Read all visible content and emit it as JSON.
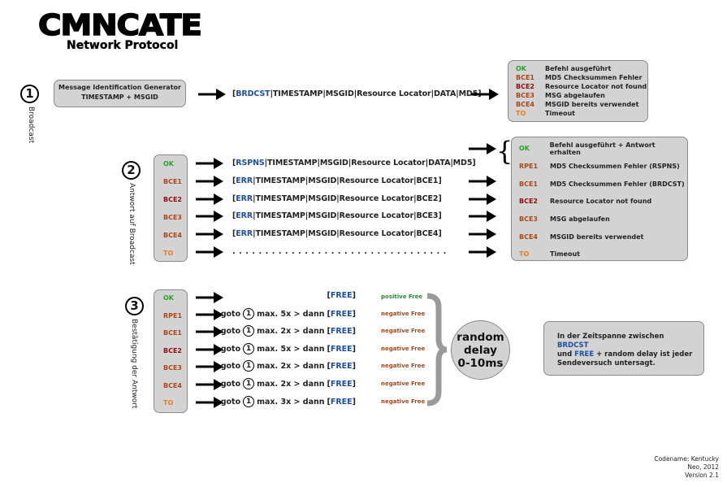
{
  "header": {
    "title": "CMNCATE",
    "subtitle": "Network Protocol"
  },
  "colors": {
    "blue": "#1f4fa0",
    "green": "#2aa12a",
    "brown": "#a8481a",
    "red": "#8b0e0e",
    "orange": "#ee7a10",
    "box_fill": "#d3d3d3",
    "box_border": "#8a8a8a",
    "brace": "#9a9a9a"
  },
  "section1": {
    "number": "1",
    "label": "Broadcast",
    "generator_line1": "Message Identification Generator",
    "generator_line2": "TIMESTAMP + MSGID",
    "message": {
      "prefix": "BRDCST",
      "rest": "|TIMESTAMP|MSGID|Resource Locator|DATA|MD5]"
    },
    "legend": [
      {
        "code": "OK",
        "color": "green",
        "desc": "Befehl ausgeführt"
      },
      {
        "code": "BCE1",
        "color": "brown",
        "desc": "MD5 Checksummen Fehler"
      },
      {
        "code": "BCE2",
        "color": "red",
        "desc": "Resource Locator not found"
      },
      {
        "code": "BCE3",
        "color": "brown",
        "desc": "MSG abgelaufen"
      },
      {
        "code": "BCE4",
        "color": "brown",
        "desc": "MSGID bereits verwendet"
      },
      {
        "code": "TO",
        "color": "orange",
        "desc": "Timeout"
      }
    ]
  },
  "section2": {
    "number": "2",
    "label": "Antwort auf Broadcast",
    "codes": [
      {
        "code": "OK",
        "color": "green"
      },
      {
        "code": "BCE1",
        "color": "brown"
      },
      {
        "code": "BCE2",
        "color": "red"
      },
      {
        "code": "BCE3",
        "color": "brown"
      },
      {
        "code": "BCE4",
        "color": "brown"
      },
      {
        "code": "TO",
        "color": "orange"
      }
    ],
    "messages": [
      {
        "prefix": "RSPNS",
        "rest": "|TIMESTAMP|MSGID|Resource Locator|DATA|MD5]"
      },
      {
        "prefix": "ERR",
        "rest": "|TIMESTAMP|MSGID|Resource Locator|BCE1]"
      },
      {
        "prefix": "ERR",
        "rest": "|TIMESTAMP|MSGID|Resource Locator|BCE2]"
      },
      {
        "prefix": "ERR",
        "rest": "|TIMESTAMP|MSGID|Resource Locator|BCE3]"
      },
      {
        "prefix": "ERR",
        "rest": "|TIMESTAMP|MSGID|Resource Locator|BCE4]"
      },
      {
        "dots": ". . . . . . . . . . . . . . . . . . . . . . . . . . . . . . . . ."
      }
    ],
    "legend": [
      {
        "code": "OK",
        "color": "green",
        "desc": "Befehl ausgeführt + Antwort erhalten"
      },
      {
        "code": "RPE1",
        "color": "brown",
        "desc": "MD5 Checksummen Fehler (RSPNS)"
      },
      {
        "code": "BCE1",
        "color": "brown",
        "desc": "MD5 Checksummen Fehler (BRDCST)"
      },
      {
        "code": "BCE2",
        "color": "red",
        "desc": "Resource Locator not found"
      },
      {
        "code": "BCE3",
        "color": "brown",
        "desc": "MSG abgelaufen"
      },
      {
        "code": "BCE4",
        "color": "brown",
        "desc": "MSGID bereits verwendet"
      },
      {
        "code": "TO",
        "color": "orange",
        "desc": "Timeout"
      }
    ]
  },
  "section3": {
    "number": "3",
    "label": "Bestätigung der Antwort",
    "rows": [
      {
        "code": "OK",
        "color": "green",
        "goto": "",
        "free": "FREE",
        "result": "positive Free",
        "result_color": "dgreen"
      },
      {
        "code": "RPE1",
        "color": "brown",
        "goto": "goto",
        "step": "1",
        "max": "max. 5x > dann",
        "free": "FREE",
        "result": "negative Free",
        "result_color": "brown"
      },
      {
        "code": "BCE1",
        "color": "brown",
        "goto": "goto",
        "step": "1",
        "max": "max. 2x > dann",
        "free": "FREE",
        "result": "negative Free",
        "result_color": "brown"
      },
      {
        "code": "BCE2",
        "color": "red",
        "goto": "goto",
        "step": "1",
        "max": "max. 5x > dann",
        "free": "FREE",
        "result": "negative Free",
        "result_color": "brown"
      },
      {
        "code": "BCE3",
        "color": "brown",
        "goto": "goto",
        "step": "1",
        "max": "max. 2x > dann",
        "free": "FREE",
        "result": "negative Free",
        "result_color": "brown"
      },
      {
        "code": "BCE4",
        "color": "brown",
        "goto": "goto",
        "step": "1",
        "max": "max. 2x > dann",
        "free": "FREE",
        "result": "negative Free",
        "result_color": "brown"
      },
      {
        "code": "TO",
        "color": "orange",
        "goto": "goto",
        "step": "1",
        "max": "max. 3x > dann",
        "free": "FREE",
        "result": "negative Free",
        "result_color": "brown"
      }
    ],
    "delay": {
      "line1": "random",
      "line2": "delay",
      "line3": "0-10ms"
    },
    "note": {
      "part1": "In der Zeitspanne zwischen ",
      "brdcst": "BRDCST",
      "part2": "und ",
      "free": "FREE",
      "part3": " + random delay ist jeder Sendeversuch untersagt."
    }
  },
  "footer": {
    "line1": "Codename: Kentucky",
    "line2": "Neo, 2012",
    "line3": "Version 2.1"
  }
}
